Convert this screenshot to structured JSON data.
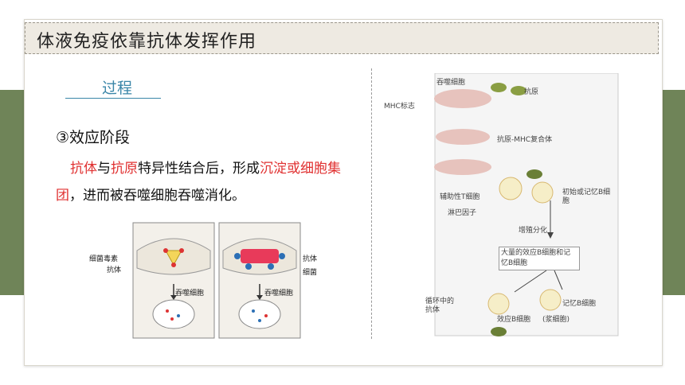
{
  "title": "体液免疫依靠抗体发挥作用",
  "process_label": "过程",
  "stage_heading": "③效应阶段",
  "paragraph": {
    "part1": "抗体",
    "part2": "与",
    "part3": "抗原",
    "part4": "特异性结合后，形成",
    "part5": "沉淀或细胞集团",
    "part6": "，进而被吞噬细胞吞噬消化。"
  },
  "left_figure": {
    "label_toxin": "细菌毒素",
    "label_antibody_left": "抗体",
    "label_phagocyte_left": "吞噬细胞",
    "label_antibody_right": "抗体",
    "label_bacteria": "细菌",
    "label_phagocyte_right": "吞噬细胞"
  },
  "right_figure": {
    "phagocyte": "吞噬细胞",
    "mhc_marker": "MHC标志",
    "antigen": "抗原",
    "antigen_mhc": "抗原-MHC复合体",
    "helper_t": "辅助性T细胞",
    "lymphokine": "淋巴因子",
    "b_cell": "初始或记忆B细胞",
    "proliferate": "增殖分化",
    "effector_memory": "大量的效应B细胞和记忆B细胞",
    "circulating_antibody": "循环中的抗体",
    "memory_b": "记忆B细胞",
    "effector_b": "效应B细胞",
    "plasma": "(浆细胞)"
  },
  "colors": {
    "band": "#6f8458",
    "title_bar": "#eeeae2",
    "accent_blue": "#3a86a8",
    "accent_red": "#e03030"
  }
}
